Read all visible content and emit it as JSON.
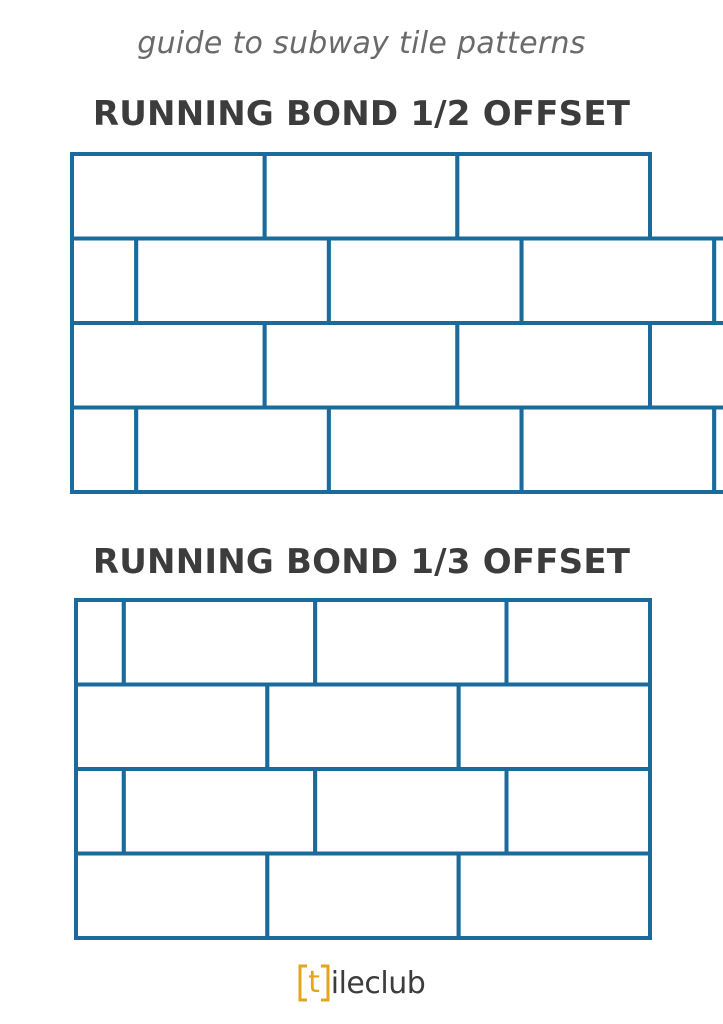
{
  "subtitle": "guide to subway tile patterns",
  "patterns": [
    {
      "title": "RUNNING BOND 1/2 OFFSET",
      "rows": [
        [
          3,
          3,
          3
        ],
        [
          1,
          3,
          3,
          3,
          1
        ],
        [
          3,
          3,
          3
        ],
        [
          1,
          3,
          3,
          3,
          1
        ]
      ]
    },
    {
      "title": "RUNNING BOND 1/3 OFFSET",
      "rows": [
        [
          1,
          4,
          4,
          3
        ],
        [
          4,
          4,
          4
        ],
        [
          1,
          4,
          4,
          3
        ],
        [
          4,
          4,
          4
        ]
      ]
    }
  ],
  "logo": {
    "box_letter": "t",
    "text": "ileclub",
    "accent_color": "#e2a51c"
  },
  "colors": {
    "tile_stroke": "#1a6a9c",
    "background": "#ffffff"
  }
}
